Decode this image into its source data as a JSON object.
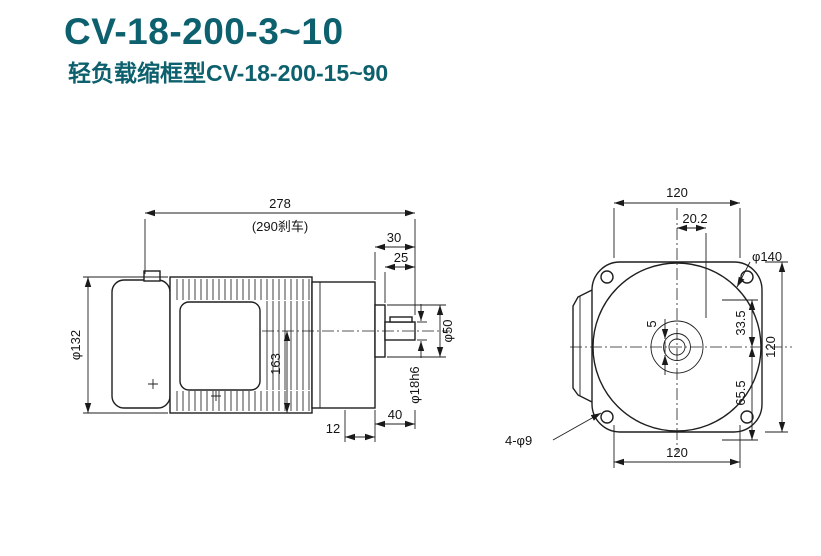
{
  "header": {
    "title": "CV-18-200-3~10",
    "subtitle": "轻负载缩框型CV-18-200-15~90",
    "accent_color": "#0d606d"
  },
  "side_view": {
    "dims": {
      "overall_length": "278",
      "brake_note": "(290刹车)",
      "dim_30": "30",
      "dim_25": "25",
      "body_diameter": "φ132",
      "dim_163": "163",
      "boss_diameter": "φ50",
      "shaft_diameter": "φ18h6",
      "dim_40": "40",
      "dim_12": "12"
    }
  },
  "front_view": {
    "dims": {
      "top_width": "120",
      "dim_20_2": "20.2",
      "flange_diameter": "φ140",
      "dim_33_5": "33.5",
      "dim_5": "5",
      "right_height": "120",
      "dim_65_5": "65.5",
      "bolt_holes": "4-φ9",
      "bottom_width": "120"
    }
  }
}
